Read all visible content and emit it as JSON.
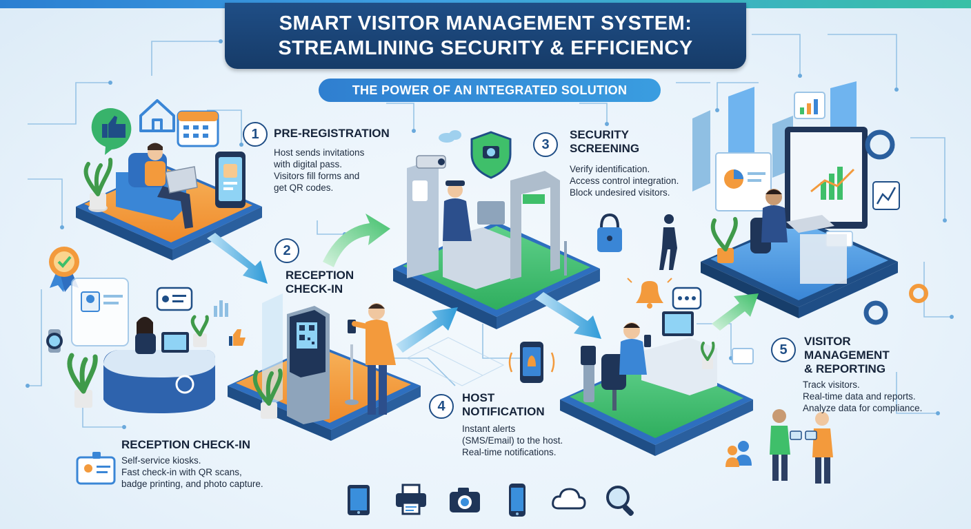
{
  "header": {
    "title_line1": "SMART VISITOR MANAGEMENT SYSTEM:",
    "title_line2": "STREAMLINING SECURITY & EFFICIENCY",
    "subtitle": "THE POWER OF AN INTEGRATED SOLUTION"
  },
  "steps": [
    {
      "number": "1",
      "title": "PRE-REGISTRATION",
      "lines": [
        "Host sends invitations",
        "with digital pass.",
        "Visitors fill forms and",
        "get QR codes."
      ]
    },
    {
      "number": "2",
      "title_line1": "RECEPTION",
      "title_line2": "CHECK-IN"
    },
    {
      "number": "3",
      "title_line1": "SECURITY",
      "title_line2": "SCREENING",
      "lines": [
        "Verify identification.",
        "Access control integration.",
        "Block undesired visitors."
      ]
    },
    {
      "number": "4",
      "title_line1": "HOST",
      "title_line2": "NOTIFICATION",
      "lines": [
        "Instant alerts",
        "(SMS/Email) to the host.",
        "Real-time notifications."
      ]
    },
    {
      "number": "5",
      "title_line1": "VISITOR",
      "title_line2": "MANAGEMENT",
      "title_line3": "& REPORTING",
      "lines": [
        "Track visitors.",
        "Real-time data and reports.",
        "Analyze data for compliance."
      ]
    }
  ],
  "reception_panel": {
    "title": "RECEPTION CHECK-IN",
    "lines": [
      "Self-service kiosks.",
      "Fast check-in with QR scans,",
      "badge printing, and photo capture."
    ]
  },
  "bottom_icons": [
    "tablet-icon",
    "printer-icon",
    "camera-icon",
    "smartphone-icon",
    "cloud-icon",
    "magnifier-icon"
  ],
  "colors": {
    "navy": "#1f4e86",
    "blue": "#3a8fdc",
    "green": "#3fbf6a",
    "orange": "#f39a3c",
    "teal_arrow": "#2f9bd8"
  }
}
